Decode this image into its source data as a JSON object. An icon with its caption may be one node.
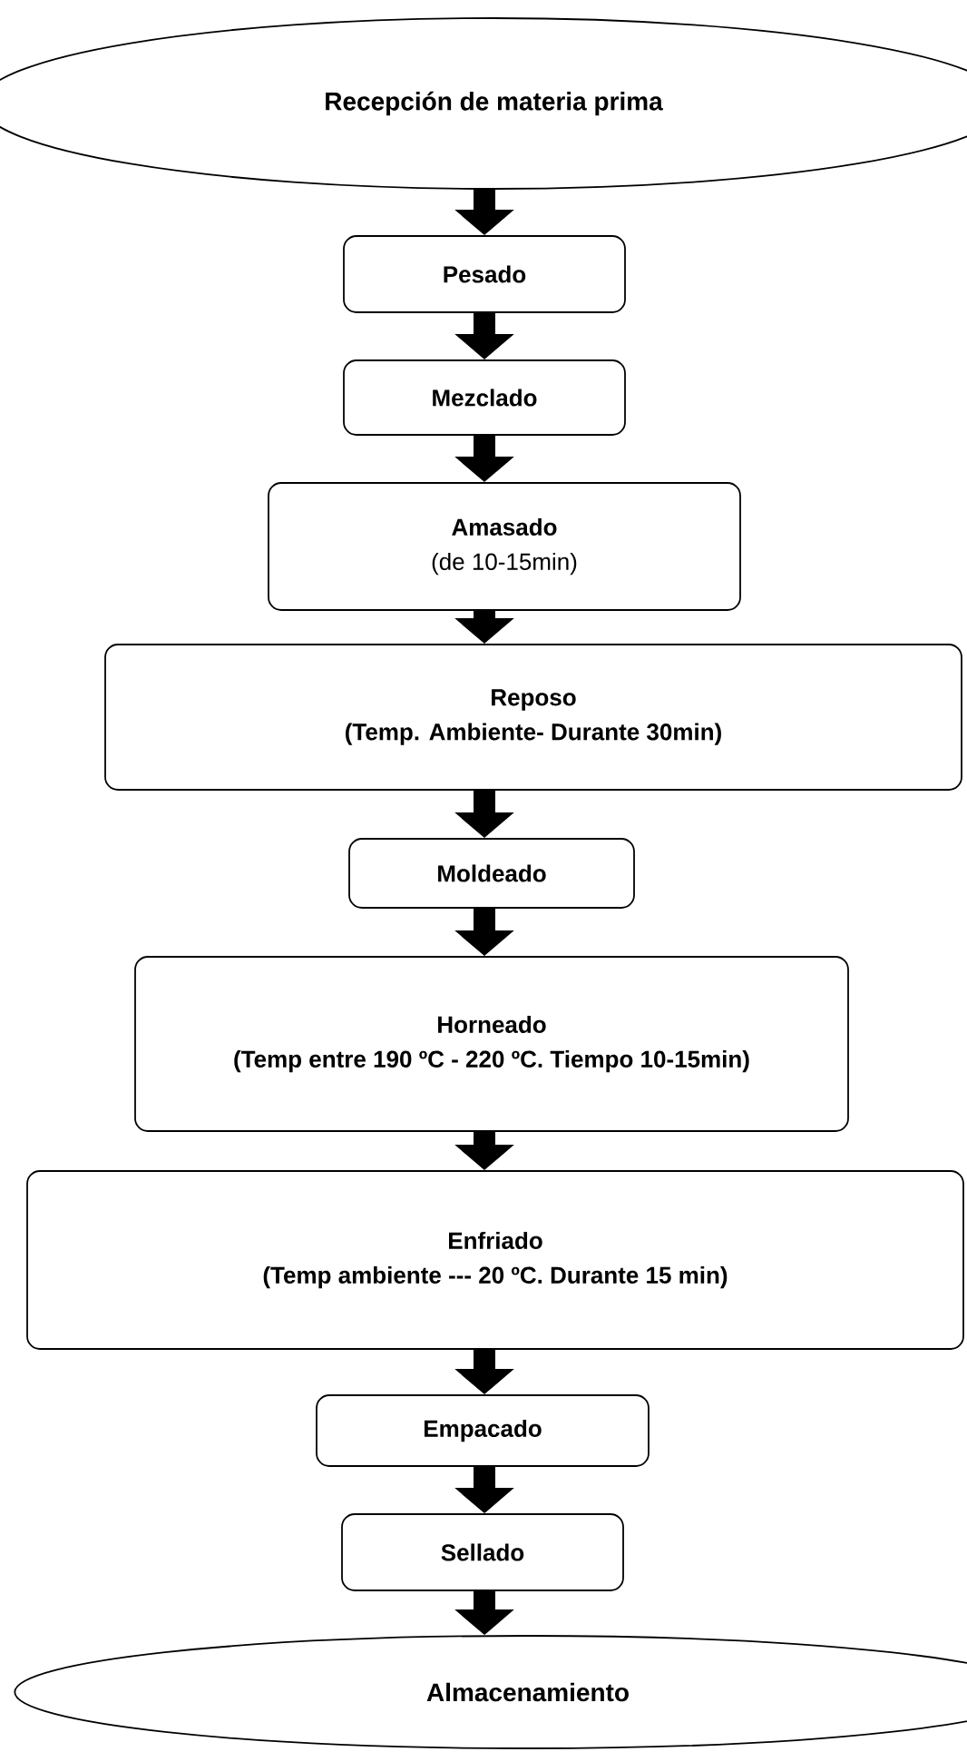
{
  "diagram": {
    "nodes": [
      {
        "text": [
          "Recepción de materia prima"
        ]
      },
      {
        "text": [
          "Pesado"
        ]
      },
      {
        "text": [
          "Mezclado"
        ]
      },
      {
        "text": [
          "Amasado",
          "(de 10-15min)"
        ]
      },
      {
        "text": [
          "Reposo",
          "(Temp. Ambiente- Durante 30min)"
        ]
      },
      {
        "text": [
          "Moldeado"
        ]
      },
      {
        "text": [
          "Horneado",
          "(Temp entre 190 ºC - 220 ºC. Tiempo 10-15min)"
        ]
      },
      {
        "text": [
          "Enfriado",
          "(Temp ambiente --- 20 ºC. Durante 15 min)"
        ]
      },
      {
        "text": [
          "Empacado"
        ]
      },
      {
        "text": [
          "Sellado"
        ]
      },
      {
        "text": [
          "Almacenamiento"
        ]
      }
    ],
    "edges": [
      {
        "from": 0,
        "to": 1,
        "arrow": "to"
      },
      {
        "from": 1,
        "to": 2,
        "arrow": "to"
      },
      {
        "from": 2,
        "to": 3,
        "arrow": "to"
      },
      {
        "from": 3,
        "to": 4,
        "arrow": "to"
      },
      {
        "from": 4,
        "to": 5,
        "arrow": "to"
      },
      {
        "from": 5,
        "to": 6,
        "arrow": "to"
      },
      {
        "from": 6,
        "to": 7,
        "arrow": "to"
      },
      {
        "from": 7,
        "to": 8,
        "arrow": "to"
      },
      {
        "from": 8,
        "to": 9,
        "arrow": "to"
      },
      {
        "from": 9,
        "to": 10,
        "arrow": "to"
      }
    ]
  }
}
